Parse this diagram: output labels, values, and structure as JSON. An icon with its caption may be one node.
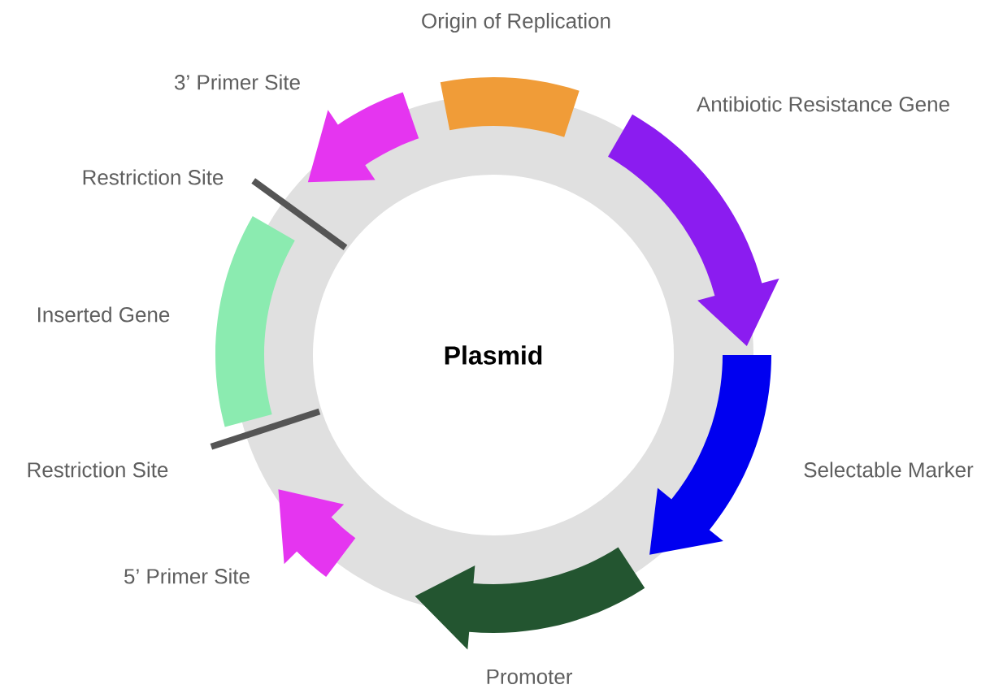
{
  "diagram": {
    "nodes": [
      {
        "text": [],
        "shape": "bar",
        "beside": [
          "Origin of Replication"
        ]
      },
      {
        "text": [],
        "shape": "arrow",
        "beside": [
          "Antibiotic Resistance Gene"
        ]
      },
      {
        "text": [],
        "shape": "arrow",
        "beside": [
          "Selectable Marker"
        ]
      },
      {
        "text": [],
        "shape": "arrow",
        "beside": [
          "Promoter"
        ]
      },
      {
        "text": [],
        "shape": "arrow",
        "beside": [
          "5’ Primer Site"
        ]
      },
      {
        "text": [],
        "shape": "line",
        "beside": [
          "Restriction Site"
        ]
      },
      {
        "text": [],
        "shape": "bar",
        "beside": [
          "Inserted Gene"
        ]
      },
      {
        "text": [],
        "shape": "line",
        "beside": [
          "Restriction Site"
        ]
      },
      {
        "text": [],
        "shape": "arrow",
        "beside": [
          "3’ Primer Site"
        ]
      },
      {
        "text": [
          "Plasmid"
        ]
      }
    ]
  }
}
